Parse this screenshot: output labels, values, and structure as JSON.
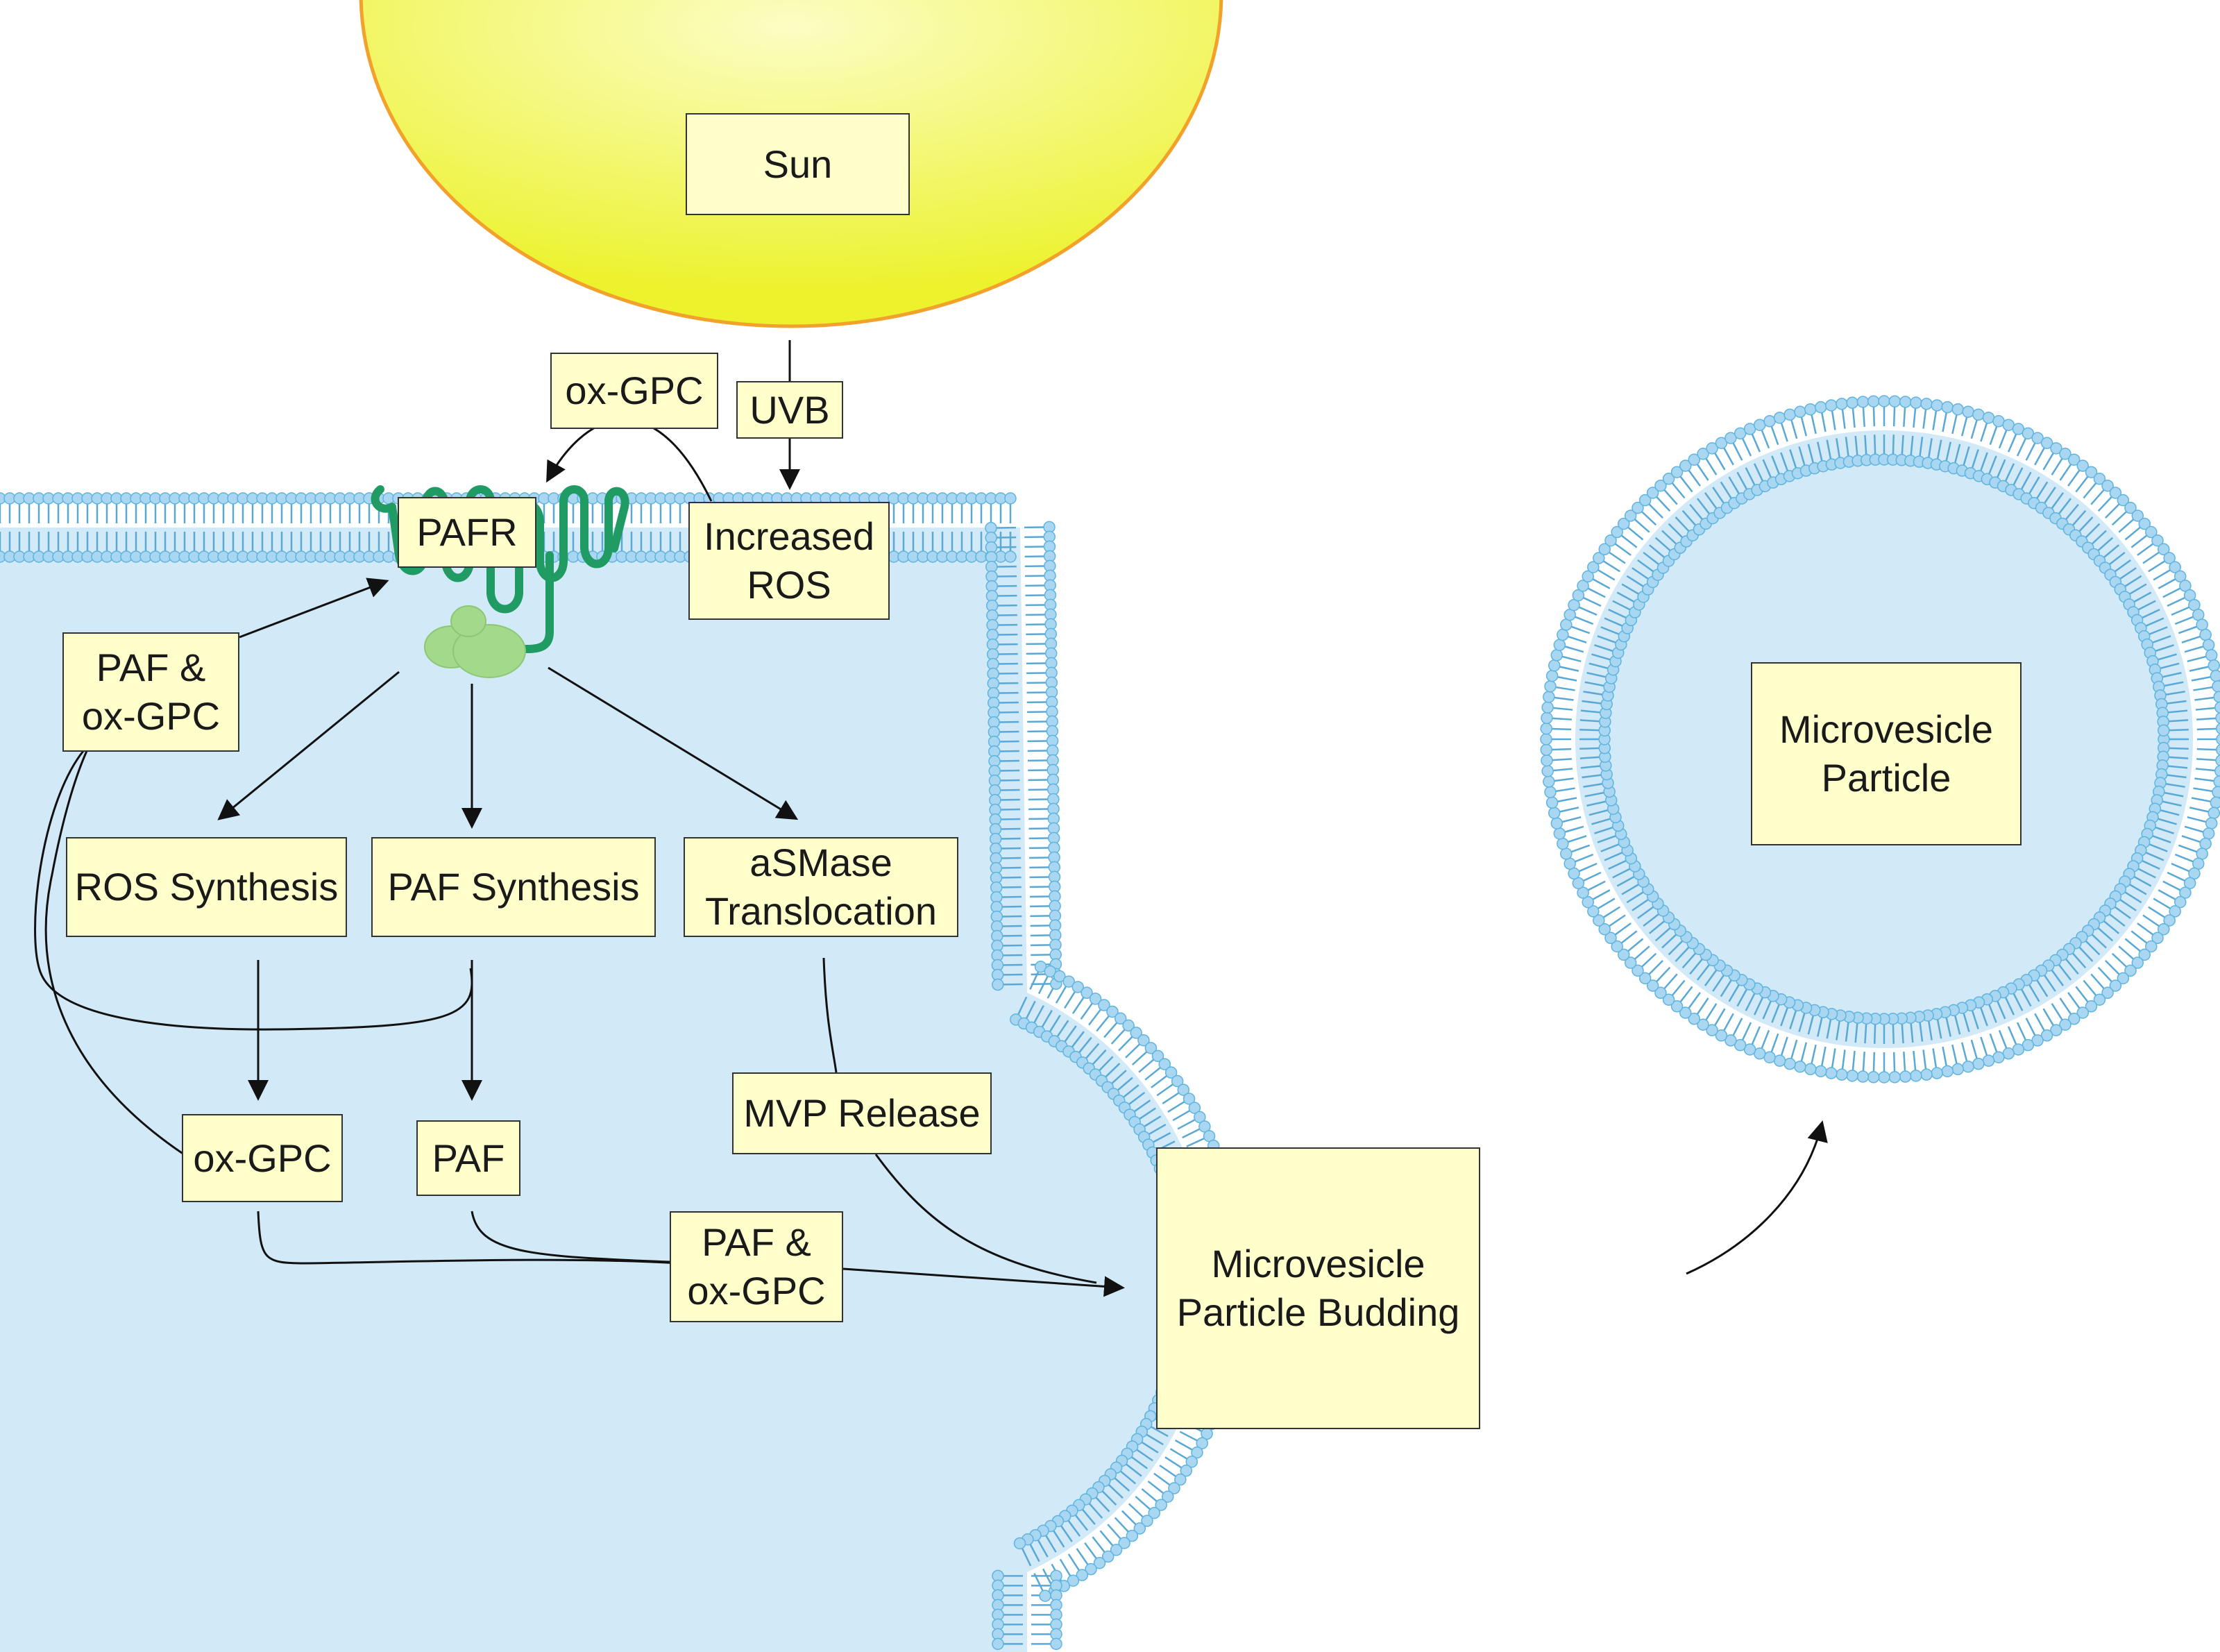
{
  "colors": {
    "sun_fill": "#ecf22c",
    "sun_center": "#fcfdc4",
    "sun_edge": "#f2a12a",
    "cytoplasm": "#d2e9f7",
    "membrane_head": "#a9d6f0",
    "membrane_head_edge": "#5fb4e0",
    "membrane_tail": "#5aa8d6",
    "receptor": "#1f9b63",
    "g_protein": "#a3d98b",
    "label_box": "#ffffcc",
    "arrow": "#111111"
  },
  "icons": {
    "receptor": "pafr-receptor-icon",
    "g_protein": "g-protein-icon",
    "sun": "sun-icon"
  },
  "labels": {
    "sun": "Sun",
    "uvb": "UVB",
    "ox_gpc_top": "ox-GPC",
    "increased_ros": "Increased\nROS",
    "pafr": "PAFR",
    "paf_ox_gpc_left": "PAF &\nox-GPC",
    "ros_synthesis": "ROS Synthesis",
    "paf_synthesis": "PAF Synthesis",
    "asmase_translocation": "aSMase\nTranslocation",
    "mvp_release": "MVP Release",
    "ox_gpc_mid": "ox-GPC",
    "paf_mid": "PAF",
    "paf_ox_gpc_bottom": "PAF &\nox-GPC",
    "mvp_budding": "Microvesicle\nParticle Budding",
    "mvp_particle": "Microvesicle\nParticle"
  }
}
